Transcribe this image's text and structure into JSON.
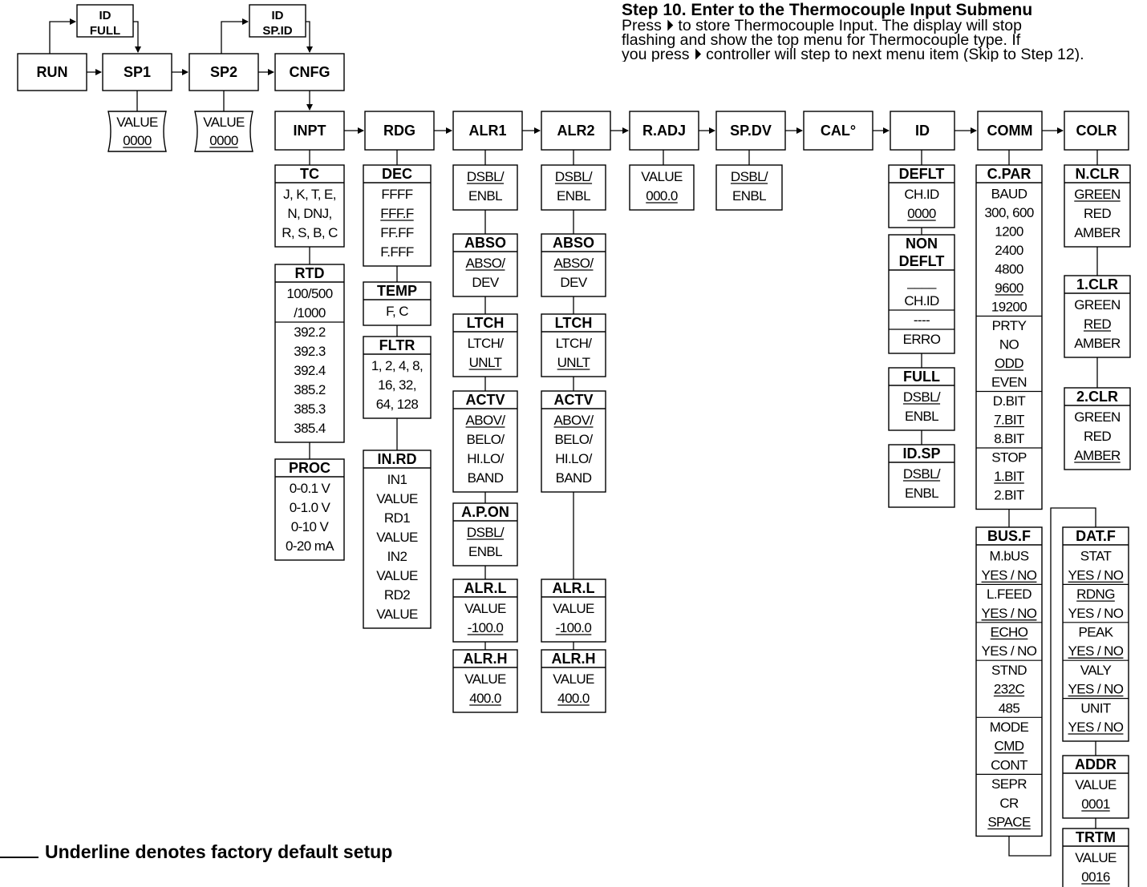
{
  "top_flow": {
    "run": "RUN",
    "sp1": "SP1",
    "sp2": "SP2",
    "cnfg": "CNFG"
  },
  "top_ids": {
    "id_full": [
      "ID",
      "FULL"
    ],
    "id_spid": [
      "ID",
      "SP.ID"
    ]
  },
  "value_boxes": [
    [
      "VALUE",
      "0000"
    ],
    [
      "VALUE",
      "0000"
    ]
  ],
  "menu_items": [
    "INPT",
    "RDG",
    "ALR1",
    "ALR2",
    "R.ADJ",
    "SP.DV",
    "CAL°",
    "ID",
    "COMM",
    "COLR"
  ],
  "step_text": {
    "title": "Step 10. Enter to the Thermocouple Input Submenu",
    "line1": "Press ⏵ to store Thermocouple Input. The display will stop",
    "line2": "flashing and show the top menu for Thermocouple type. If",
    "line3": "you press ⏵ controller will step to next menu item (Skip to Step 12)."
  },
  "legend": "Underline denotes factory default setup",
  "blocks": {
    "inpt_tc": {
      "title": "TC",
      "lines": [
        "J, K, T, E,",
        "N, DNJ,",
        "R, S, B, C"
      ]
    },
    "inpt_rtd": {
      "title": "RTD",
      "lines": [
        "100/500",
        "/1000",
        "392.2",
        "392.3",
        "392.4",
        "385.2",
        "385.3",
        "385.4"
      ]
    },
    "inpt_proc": {
      "title": "PROC",
      "lines": [
        "0-0.1 V",
        "0-1.0 V",
        "0-10 V",
        "0-20 mA"
      ]
    },
    "rdg_dec": {
      "title": "DEC",
      "lines": [
        "FFFF",
        "FFF.F",
        "FF.FF",
        "F.FFF"
      ]
    },
    "rdg_temp": {
      "title": "TEMP",
      "lines": [
        "F, C"
      ]
    },
    "rdg_fltr": {
      "title": "FLTR",
      "lines": [
        "1, 2, 4, 8,",
        "16, 32,",
        "64, 128"
      ]
    },
    "rdg_inrd": {
      "title": "IN.RD",
      "lines": [
        "IN1",
        "VALUE",
        "RD1",
        "VALUE",
        "IN2",
        "VALUE",
        "RD2",
        "VALUE"
      ]
    },
    "alr1_en": {
      "lines": [
        "DSBL/",
        "ENBL"
      ]
    },
    "alr1_abso": {
      "title": "ABSO",
      "lines": [
        "ABSO/",
        "DEV"
      ]
    },
    "alr1_ltch": {
      "title": "LTCH",
      "lines": [
        "LTCH/",
        "UNLT"
      ]
    },
    "alr1_actv": {
      "title": "ACTV",
      "lines": [
        "ABOV/",
        "BELO/",
        "HI.LO/",
        "BAND"
      ]
    },
    "alr1_apon": {
      "title": "A.P.ON",
      "lines": [
        "DSBL/",
        "ENBL"
      ]
    },
    "alr1_alrl": {
      "title": "ALR.L",
      "lines": [
        "VALUE",
        "-100.0"
      ]
    },
    "alr1_alrh": {
      "title": "ALR.H",
      "lines": [
        "VALUE",
        "400.0"
      ]
    },
    "alr2_en": {
      "lines": [
        "DSBL/",
        "ENBL"
      ]
    },
    "alr2_abso": {
      "title": "ABSO",
      "lines": [
        "ABSO/",
        "DEV"
      ]
    },
    "alr2_ltch": {
      "title": "LTCH",
      "lines": [
        "LTCH/",
        "UNLT"
      ]
    },
    "alr2_actv": {
      "title": "ACTV",
      "lines": [
        "ABOV/",
        "BELO/",
        "HI.LO/",
        "BAND"
      ]
    },
    "alr2_alrl": {
      "title": "ALR.L",
      "lines": [
        "VALUE",
        "-100.0"
      ]
    },
    "alr2_alrh": {
      "title": "ALR.H",
      "lines": [
        "VALUE",
        "400.0"
      ]
    },
    "radj": {
      "lines": [
        "VALUE",
        "000.0"
      ]
    },
    "spdv": {
      "lines": [
        "DSBL/",
        "ENBL"
      ]
    },
    "id_deflt": {
      "title": "DEFLT",
      "lines": [
        "CH.ID",
        "0000"
      ]
    },
    "id_non": {
      "title": "NON",
      "title2": "DEFLT",
      "lines": [
        "____",
        "CH.ID",
        "----",
        "ERRO"
      ]
    },
    "id_full": {
      "title": "FULL",
      "lines": [
        "DSBL/",
        "ENBL"
      ]
    },
    "id_idsp": {
      "title": "ID.SP",
      "lines": [
        "DSBL/",
        "ENBL"
      ]
    },
    "comm_cpar": {
      "title": "C.PAR",
      "lines": [
        "BAUD",
        "300, 600",
        "1200",
        "2400",
        "4800",
        "9600",
        "19200",
        "PRTY",
        "NO",
        "ODD",
        "EVEN",
        "D.BIT",
        "7.BIT",
        "8.BIT",
        "STOP",
        "1.BIT",
        "2.BIT"
      ]
    },
    "comm_busf": {
      "title": "BUS.F",
      "lines": [
        "M.bUS",
        "YES / NO",
        "L.FEED",
        "YES / NO",
        "ECHO",
        "YES / NO",
        "STND",
        "232C",
        "485",
        "MODE",
        "CMD",
        "CONT",
        "SEPR",
        "CR",
        "SPACE"
      ]
    },
    "colr_n": {
      "title": "N.CLR",
      "lines": [
        "GREEN",
        "RED",
        "AMBER"
      ]
    },
    "colr_1": {
      "title": "1.CLR",
      "lines": [
        "GREEN",
        "RED",
        "AMBER"
      ]
    },
    "colr_2": {
      "title": "2.CLR",
      "lines": [
        "GREEN",
        "RED",
        "AMBER"
      ]
    },
    "colr_datf": {
      "title": "DAT.F",
      "lines": [
        "STAT",
        "YES / NO",
        "RDNG",
        "YES / NO",
        "PEAK",
        "YES / NO",
        "VALY",
        "YES / NO",
        "UNIT",
        "YES / NO"
      ]
    },
    "colr_addr": {
      "title": "ADDR",
      "lines": [
        "VALUE",
        "0001"
      ]
    },
    "colr_trtm": {
      "title": "TRTM",
      "lines": [
        "VALUE",
        "0016"
      ]
    }
  }
}
